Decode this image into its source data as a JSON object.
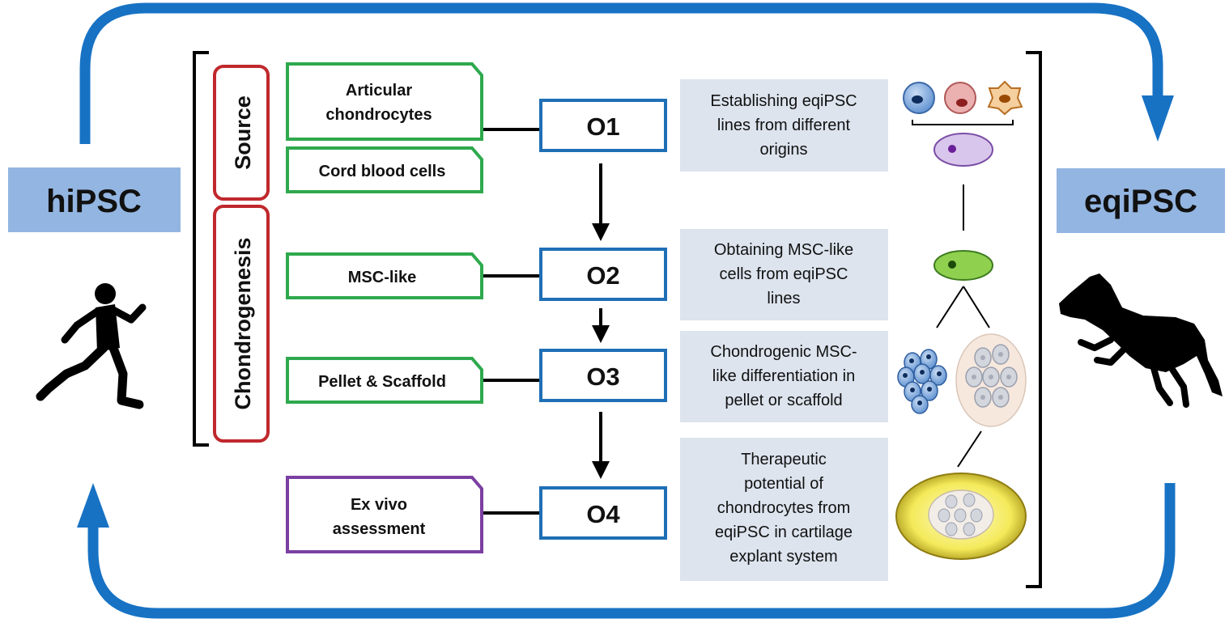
{
  "side_labels": {
    "left": "hiPSC",
    "right": "eqiPSC"
  },
  "groups": {
    "source": "Source",
    "chondrogenesis": "Chondrogenesis"
  },
  "inputs": {
    "articular": [
      "Articular",
      "chondrocytes"
    ],
    "cord_blood": "Cord blood cells",
    "msc_like": "MSC-like",
    "pellet_scaffold": "Pellet & Scaffold",
    "ex_vivo": [
      "Ex vivo",
      "assessment"
    ]
  },
  "objectives": [
    "O1",
    "O2",
    "O3",
    "O4"
  ],
  "descriptions": {
    "o1": [
      "Establishing eqiPSC",
      "lines from different",
      "origins"
    ],
    "o2": [
      "Obtaining MSC-like",
      "cells from eqiPSC",
      "lines"
    ],
    "o3": [
      "Chondrogenic MSC-",
      "like differentiation in",
      "pellet or scaffold"
    ],
    "o4": [
      "Therapeutic",
      "potential of",
      "chondrocytes  from",
      "eqiPSC in cartilage",
      "explant system"
    ]
  },
  "icons": {
    "runner": "runner-silhouette-icon",
    "horse": "jumping-horse-silhouette-icon",
    "cells": "cell-icon"
  },
  "colors": {
    "cycle_arrow": "#1772c4",
    "label_box": "#93b5e1",
    "source_outline": "#c0282d",
    "input_outline": "#2ea94d",
    "exvivo_outline": "#7b3fa1",
    "objective_outline": "#1f6fb5",
    "description_fill": "#dde4ee"
  }
}
